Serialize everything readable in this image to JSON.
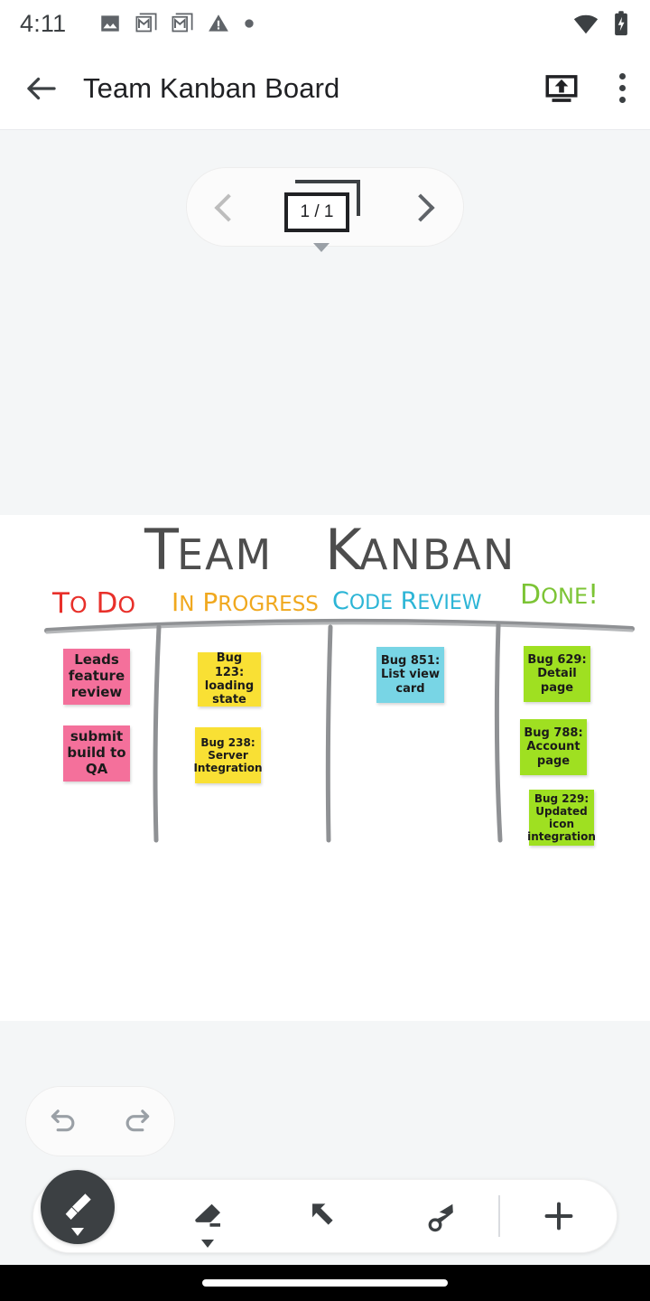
{
  "status_bar": {
    "time": "4:11",
    "icons_left": [
      "photo-icon",
      "gmail-icon",
      "gmail-icon",
      "warning-icon",
      "dot-icon"
    ],
    "icons_right": [
      "wifi-icon",
      "battery-charging-icon"
    ]
  },
  "app_bar": {
    "back_label": "back-arrow",
    "title": "Team Kanban Board",
    "present_label": "present-to-screen",
    "overflow_label": "more-options"
  },
  "frame_nav": {
    "prev_label": "previous-frame",
    "next_label": "next-frame",
    "counter": "1 / 1",
    "expand_label": "expand-frames"
  },
  "board": {
    "title": "TEAM KANBAN",
    "title_part_1": "TEAM",
    "title_part_2": "KANBAN",
    "columns": [
      {
        "header": "To Do",
        "color": "#e8302a",
        "notes": [
          {
            "text": "Leads feature review",
            "color": "#f4709b"
          },
          {
            "text": "submit build to QA",
            "color": "#f4709b"
          }
        ]
      },
      {
        "header": "In Progress",
        "color": "#f0a81e",
        "notes": [
          {
            "text": "Bug 123: loading state",
            "color": "#f9e034"
          },
          {
            "text": "Bug 238: Server Integration",
            "color": "#f9e034"
          }
        ]
      },
      {
        "header": "Code Review",
        "color": "#2cb5d6",
        "notes": [
          {
            "text": "Bug 851: List view card",
            "color": "#78d5e5"
          }
        ]
      },
      {
        "header": "Done!",
        "color": "#7cc435",
        "notes": [
          {
            "text": "Bug 629: Detail page",
            "color": "#9fe021"
          },
          {
            "text": "Bug 788: Account page",
            "color": "#9fe021"
          },
          {
            "text": "Bug 229: Updated icon integration",
            "color": "#9fe021"
          }
        ]
      }
    ]
  },
  "history": {
    "undo_label": "undo",
    "redo_label": "redo"
  },
  "toolbar": {
    "tools": [
      {
        "name": "pen-tool",
        "label": "Pen",
        "selected": true
      },
      {
        "name": "eraser-tool",
        "label": "Eraser",
        "selected": false
      },
      {
        "name": "select-tool",
        "label": "Select",
        "selected": false
      },
      {
        "name": "laser-tool",
        "label": "Laser pointer",
        "selected": false
      },
      {
        "name": "add-tool",
        "label": "Add",
        "selected": false
      }
    ]
  },
  "nav_bar": {
    "gesture_label": "home-gesture-bar"
  }
}
